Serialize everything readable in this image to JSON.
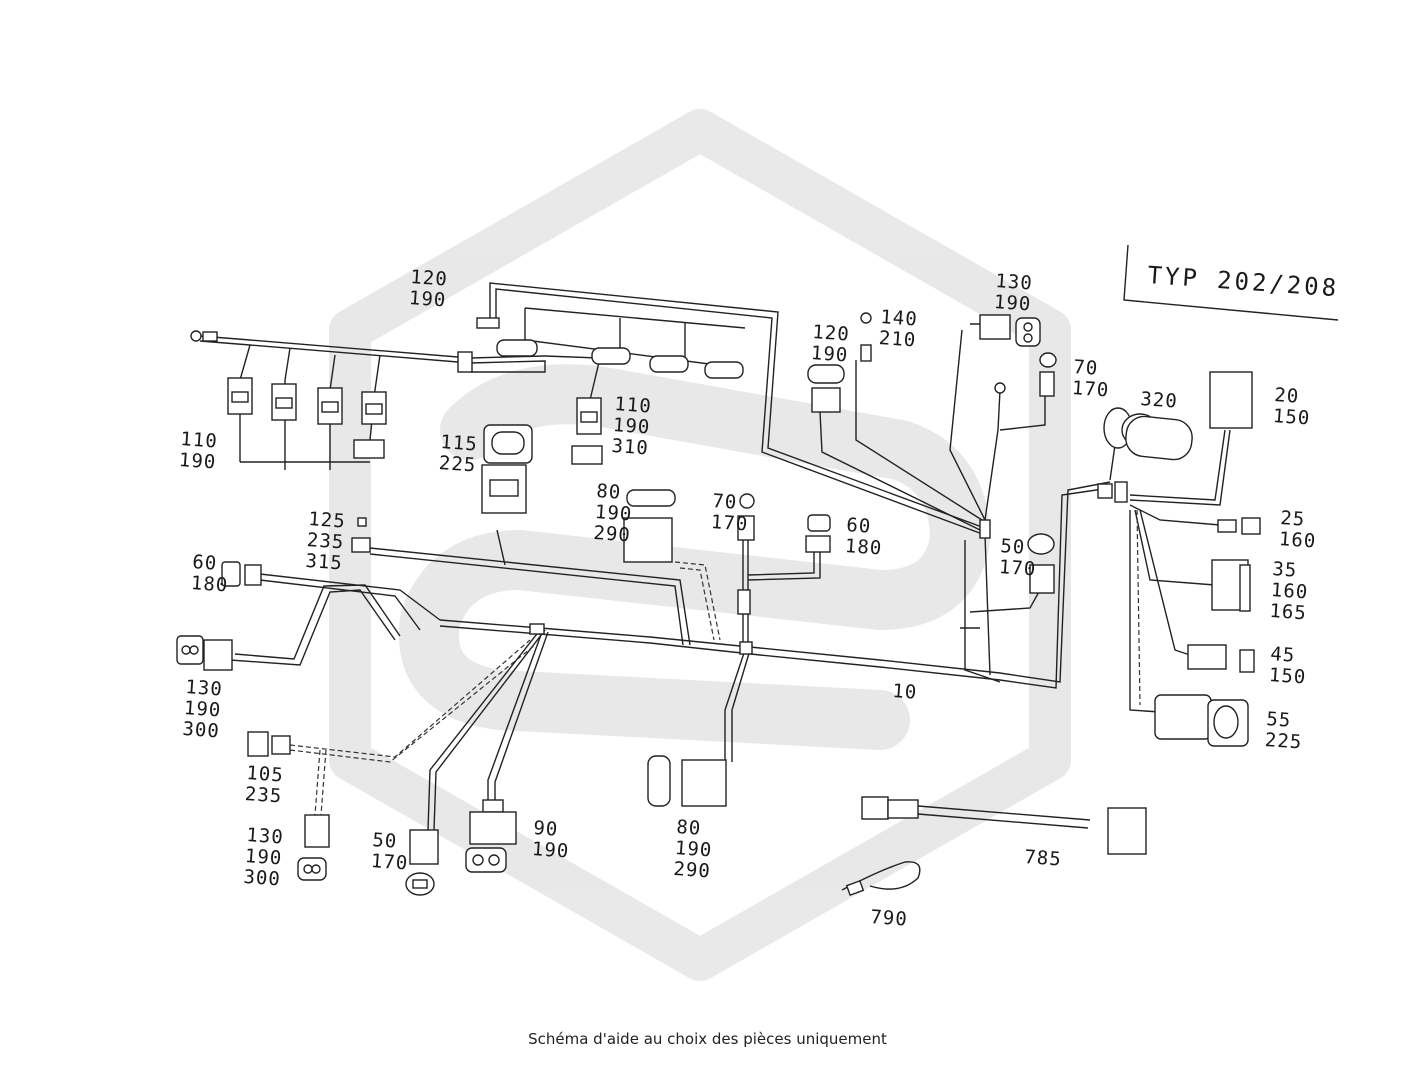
{
  "title": "TYP 202/208",
  "caption": "Schéma d'aide au choix des pièces uniquement",
  "labels": [
    {
      "id": "l01",
      "lines": [
        "120",
        "190"
      ]
    },
    {
      "id": "l02",
      "lines": [
        "110",
        "190"
      ]
    },
    {
      "id": "l03",
      "lines": [
        "110",
        "190",
        "310"
      ]
    },
    {
      "id": "l04",
      "lines": [
        "115",
        "225"
      ]
    },
    {
      "id": "l05",
      "lines": [
        "125",
        "235",
        "315"
      ]
    },
    {
      "id": "l06",
      "lines": [
        "60",
        "180"
      ]
    },
    {
      "id": "l07",
      "lines": [
        "130",
        "190",
        "300"
      ]
    },
    {
      "id": "l08",
      "lines": [
        "105",
        "235"
      ]
    },
    {
      "id": "l09",
      "lines": [
        "130",
        "190",
        "300"
      ]
    },
    {
      "id": "l10",
      "lines": [
        "50",
        "170"
      ]
    },
    {
      "id": "l11",
      "lines": [
        "90",
        "190"
      ]
    },
    {
      "id": "l12",
      "lines": [
        "80",
        "190",
        "290"
      ]
    },
    {
      "id": "l13",
      "lines": [
        "80",
        "190",
        "290"
      ]
    },
    {
      "id": "l14",
      "lines": [
        "70",
        "170"
      ]
    },
    {
      "id": "l15",
      "lines": [
        "60",
        "180"
      ]
    },
    {
      "id": "l16",
      "lines": [
        "120",
        "190"
      ]
    },
    {
      "id": "l17",
      "lines": [
        "140",
        "210"
      ]
    },
    {
      "id": "l18",
      "lines": [
        "130",
        "190"
      ]
    },
    {
      "id": "l19",
      "lines": [
        "70",
        "170"
      ]
    },
    {
      "id": "l20",
      "lines": [
        "320"
      ]
    },
    {
      "id": "l21",
      "lines": [
        "20",
        "150"
      ]
    },
    {
      "id": "l22",
      "lines": [
        "25",
        "160"
      ]
    },
    {
      "id": "l23",
      "lines": [
        "35",
        "160",
        "165"
      ]
    },
    {
      "id": "l24",
      "lines": [
        "45",
        "150"
      ]
    },
    {
      "id": "l25",
      "lines": [
        "55",
        "225"
      ]
    },
    {
      "id": "l26",
      "lines": [
        "50",
        "170"
      ]
    },
    {
      "id": "l27",
      "lines": [
        "10"
      ]
    },
    {
      "id": "l28",
      "lines": [
        "785"
      ]
    },
    {
      "id": "l29",
      "lines": [
        "790"
      ]
    }
  ]
}
